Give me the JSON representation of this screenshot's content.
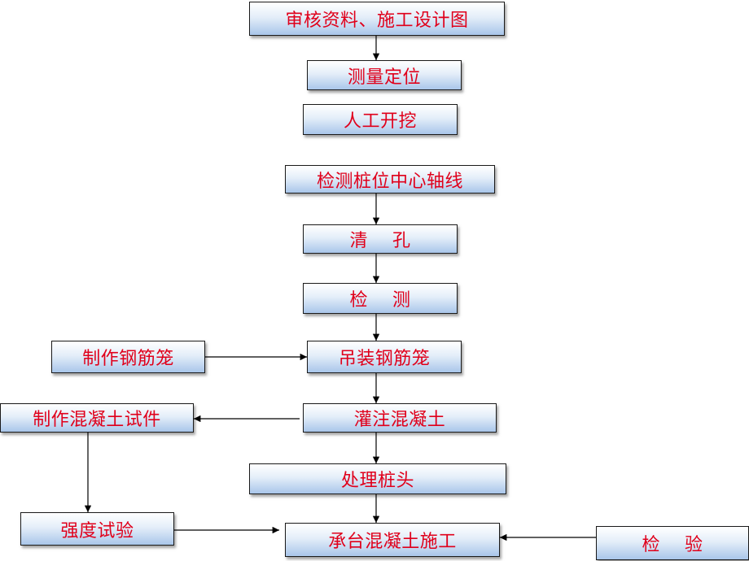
{
  "flowchart": {
    "steps": {
      "review": "审核资料、施工设计图",
      "survey": "测量定位",
      "excavate": "人工开挖",
      "check_axis": "检测桩位中心轴线",
      "clean_hole": "清    孔",
      "inspect": "检    测",
      "make_cage": "制作钢筋笼",
      "hoist_cage": "吊装钢筋笼",
      "pour_concrete": "灌注混凝土",
      "make_specimen": "制作混凝土试件",
      "pile_head": "处理桩头",
      "strength_test": "强度试验",
      "cap_construction": "承台混凝土施工",
      "acceptance": "检    验"
    }
  },
  "colors": {
    "text": "#e0001b",
    "border": "#1a1a1a",
    "fill_top": "#ffffff",
    "fill_bottom": "#a9c6ea"
  }
}
